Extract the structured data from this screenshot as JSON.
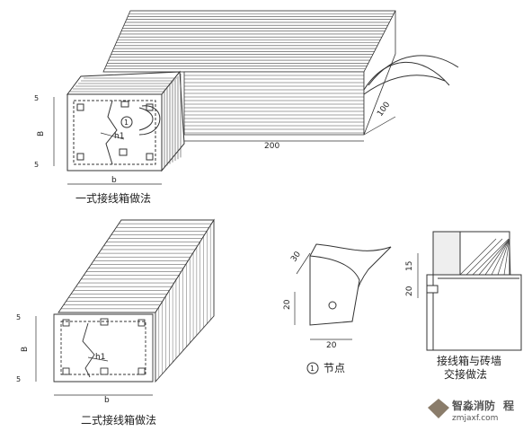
{
  "captions": {
    "type1": "一式接线箱做法",
    "type2": "二式接线箱做法",
    "node": "节点",
    "node_number": "1",
    "wall_line1": "接线箱与砖墙",
    "wall_line2": "交接做法"
  },
  "dims": {
    "length_200": "200",
    "depth_100": "100",
    "side_30": "30",
    "height_20": "20",
    "width_20": "20",
    "w15": "15",
    "w20": "20",
    "b_top": "b",
    "b_bottom": "b",
    "h1_top": "h1",
    "h1_bottom": "h1",
    "B_top": "B",
    "B_bottom": "B",
    "s5_a": "5",
    "s5_b": "5",
    "s5_c": "5",
    "s5_d": "5",
    "node_marker": "1"
  },
  "watermark": {
    "brand": "智淼消防",
    "url": "zmjaxf.com",
    "suffix": "程"
  }
}
